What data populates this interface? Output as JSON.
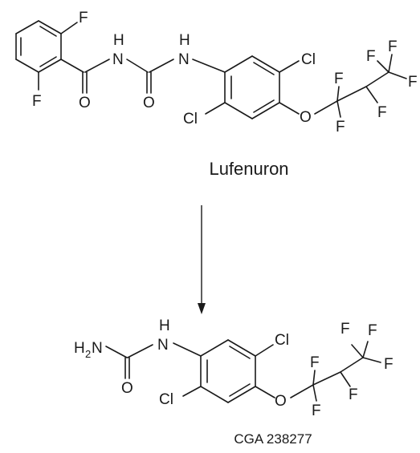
{
  "compounds": [
    {
      "name": "Lufenuron",
      "atoms": {
        "f_top": "F",
        "f_bottom": "F",
        "o_carbonyl_1": "O",
        "nh_1": "H",
        "n_1": "N",
        "o_carbonyl_2": "O",
        "nh_2": "H",
        "n_2": "N",
        "cl_top": "Cl",
        "cl_bottom": "Cl",
        "o_ether": "O",
        "f_cf2_top": "F",
        "f_cf2_bottom": "F",
        "f_cf3_a": "F",
        "f_cf3_b": "F",
        "f_cf3_c": "F",
        "f_chf": "F"
      }
    },
    {
      "name": "CGA 238277",
      "atoms": {
        "h2n_h": "H",
        "h2n_sub": "2",
        "h2n_n": "N",
        "o_carbonyl": "O",
        "nh_h": "H",
        "nh_n": "N",
        "cl_top": "Cl",
        "cl_bottom": "Cl",
        "o_ether": "O",
        "f_cf2_top": "F",
        "f_cf2_bottom": "F",
        "f_cf3_a": "F",
        "f_cf3_b": "F",
        "f_cf3_c": "F",
        "f_chf": "F"
      }
    }
  ],
  "reaction_arrow": {
    "direction": "down"
  }
}
